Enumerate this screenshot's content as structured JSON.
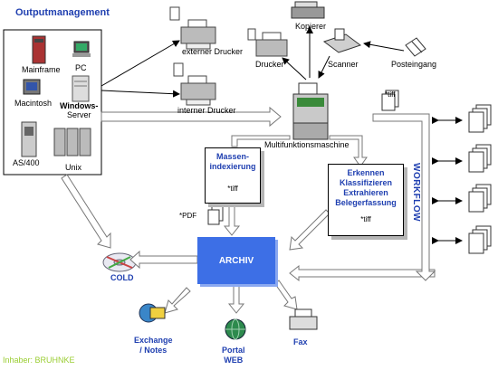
{
  "title": "Outputmanagement",
  "sources": {
    "mainframe": "Mainframe",
    "pc": "PC",
    "macintosh": "Macintosh",
    "windows_server_1": "Windows-",
    "windows_server_2": "Server",
    "as400": "AS/400",
    "unix": "Unix"
  },
  "devices": {
    "externer_drucker": "externer Drucker",
    "interner_drucker": "interner Drucker",
    "kopierer": "Kopierer",
    "drucker": "Drucker",
    "scanner": "Scanner",
    "posteingang": "Posteingang",
    "multifunktion": "Multifunktionsmaschine",
    "tiff_top": "*tiff"
  },
  "massen": {
    "line1": "Massen-",
    "line2": "indexierung",
    "tiff": "*tiff",
    "pdf": "*PDF"
  },
  "erkennen": {
    "line1": "Erkennen",
    "line2": "Klassifizieren",
    "line3": "Extrahieren",
    "line4": "Belegerfassung",
    "tiff": "*tiff"
  },
  "workflow": "WORKFLOW",
  "archiv": "ARCHIV",
  "outputs": {
    "cold": "COLD",
    "exchange_1": "Exchange",
    "exchange_2": "/ Notes",
    "portal_1": "Portal",
    "portal_2": "WEB",
    "fax": "Fax"
  },
  "footer": "Inhaber: BRUHNKE",
  "colors": {
    "title": "#1f3fb0",
    "archiv": "#3d6fe6",
    "footer": "#9acd32"
  }
}
